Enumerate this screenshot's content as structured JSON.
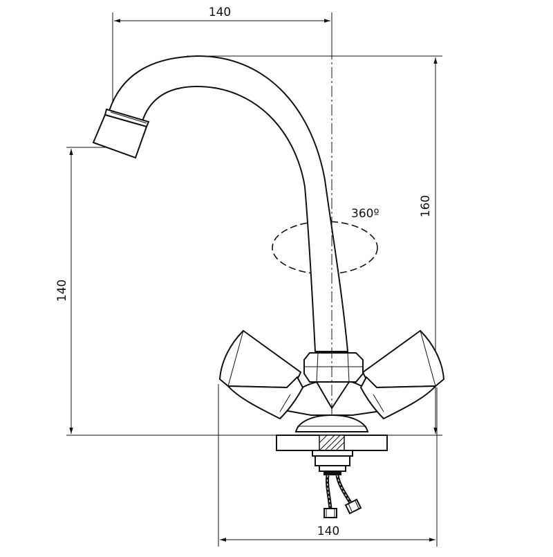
{
  "drawing": {
    "dimensions": {
      "top_width": "140",
      "spout_height": "140",
      "total_height": "160",
      "base_width": "140"
    },
    "rotation_label": "360º"
  },
  "colors": {
    "line": "#111111",
    "background": "#ffffff"
  }
}
